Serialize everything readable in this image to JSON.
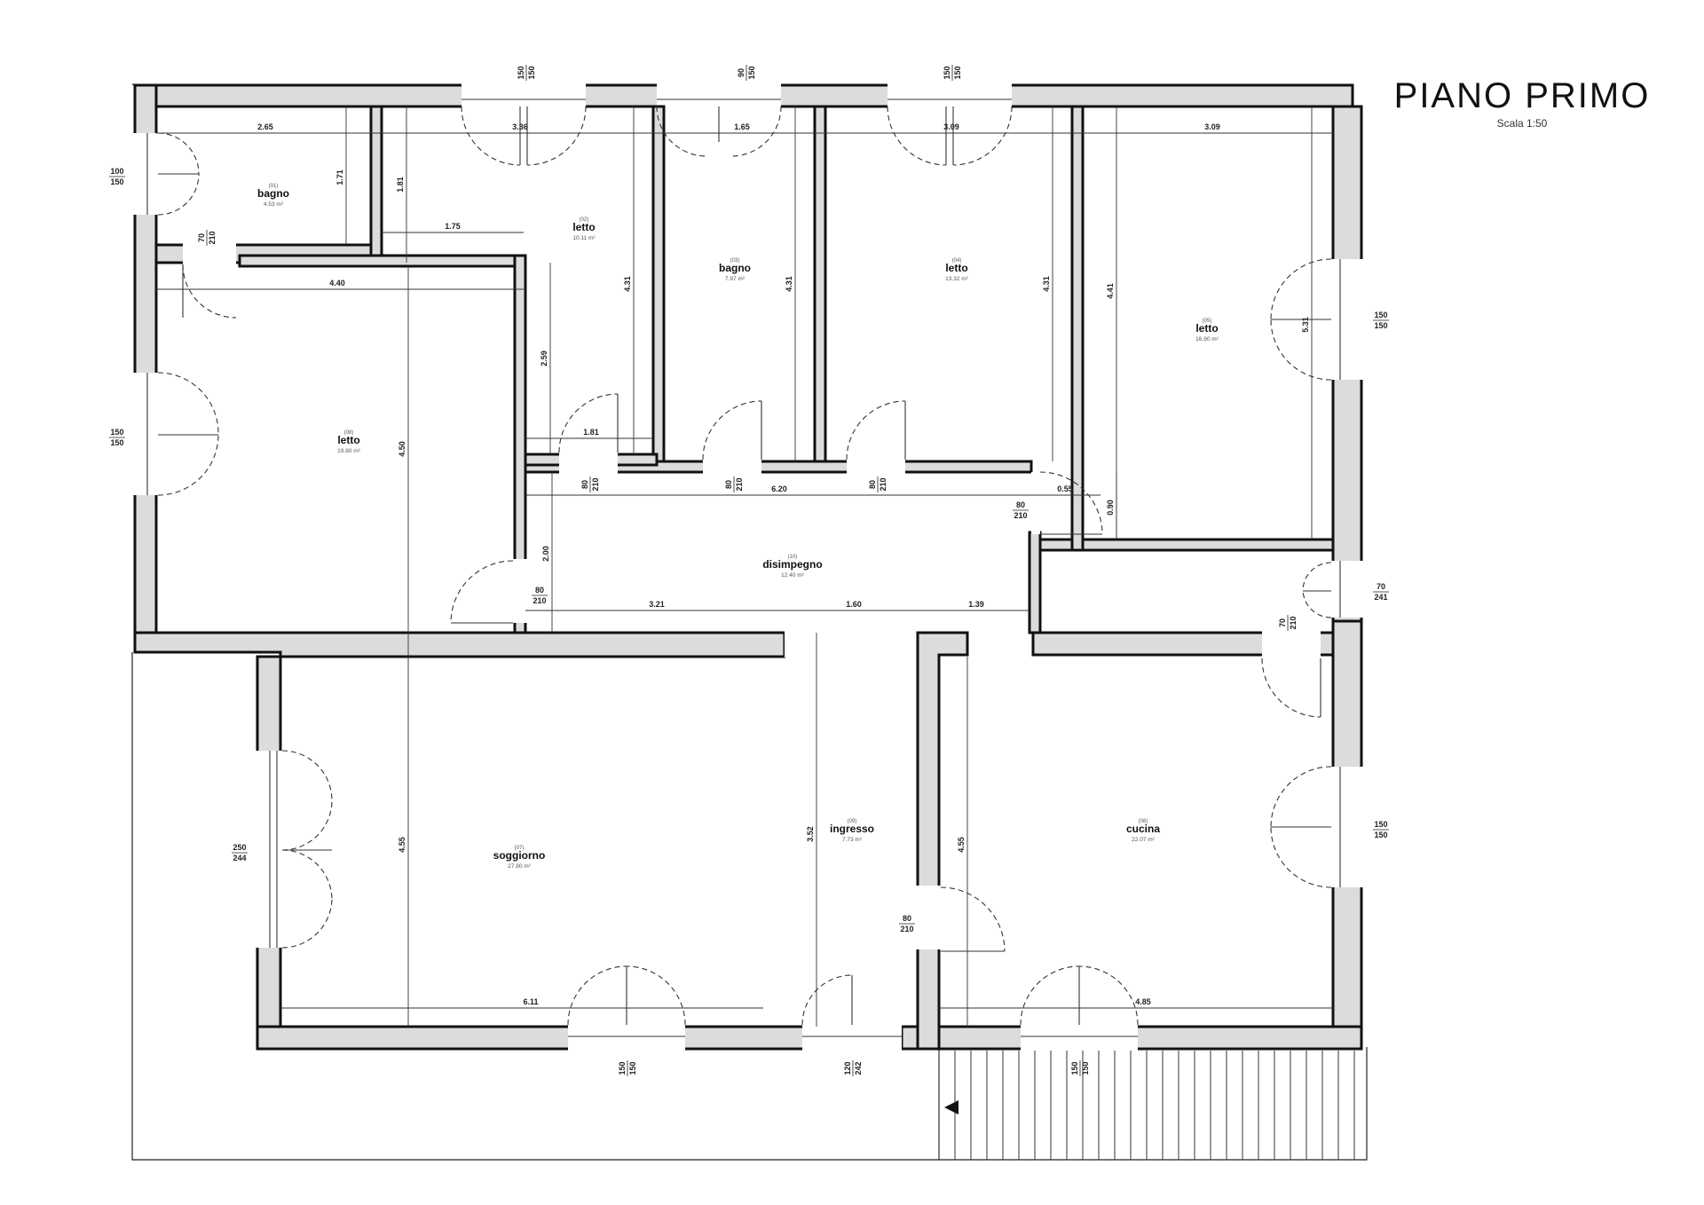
{
  "title": "PIANO PRIMO",
  "scale": "Scala 1:50",
  "rooms": [
    {
      "id": "bagno-01",
      "number": "(01)",
      "name": "bagno",
      "area": "4.53 m²"
    },
    {
      "id": "letto-02",
      "number": "(02)",
      "name": "letto",
      "area": "10.11 m²"
    },
    {
      "id": "bagno-03",
      "number": "(03)",
      "name": "bagno",
      "area": "7.97 m²"
    },
    {
      "id": "letto-04",
      "number": "(04)",
      "name": "letto",
      "area": "13.32 m²"
    },
    {
      "id": "letto-05",
      "number": "(05)",
      "name": "letto",
      "area": "16.90 m²"
    },
    {
      "id": "letto-08",
      "number": "(08)",
      "name": "letto",
      "area": "19.80 m²"
    },
    {
      "id": "disimpegno-10",
      "number": "(10)",
      "name": "disimpegno",
      "area": "12.40 m²"
    },
    {
      "id": "soggiorno-07",
      "number": "(07)",
      "name": "soggiorno",
      "area": "27.80 m²"
    },
    {
      "id": "ingresso-09",
      "number": "(09)",
      "name": "ingresso",
      "area": "7.73 m²"
    },
    {
      "id": "cucina-06",
      "number": "(06)",
      "name": "cucina",
      "area": "22.07 m²"
    }
  ],
  "dimensions": [
    {
      "id": "d1",
      "text": "2.65"
    },
    {
      "id": "d2",
      "text": "3.36"
    },
    {
      "id": "d3",
      "text": "1.65"
    },
    {
      "id": "d4",
      "text": "3.09"
    },
    {
      "id": "d5",
      "text": "3.09"
    },
    {
      "id": "d6",
      "text": "1.71"
    },
    {
      "id": "d7",
      "text": "1.81"
    },
    {
      "id": "d8",
      "text": "1.75"
    },
    {
      "id": "d9",
      "text": "4.31"
    },
    {
      "id": "d10",
      "text": "4.31"
    },
    {
      "id": "d11",
      "text": "4.31"
    },
    {
      "id": "d12",
      "text": "4.41"
    },
    {
      "id": "d13",
      "text": "5.31"
    },
    {
      "id": "d14",
      "text": "4.40"
    },
    {
      "id": "d15",
      "text": "2.59"
    },
    {
      "id": "d16",
      "text": "1.81"
    },
    {
      "id": "d17",
      "text": "4.50"
    },
    {
      "id": "d18",
      "text": "6.20"
    },
    {
      "id": "d19",
      "text": "0.55"
    },
    {
      "id": "d20",
      "text": "0.90"
    },
    {
      "id": "d21",
      "text": "2.00"
    },
    {
      "id": "d22",
      "text": "3.21"
    },
    {
      "id": "d23",
      "text": "1.60"
    },
    {
      "id": "d24",
      "text": "1.39"
    },
    {
      "id": "d25",
      "text": "4.55"
    },
    {
      "id": "d26",
      "text": "4.55"
    },
    {
      "id": "d27",
      "text": "6.11"
    },
    {
      "id": "d28",
      "text": "4.85"
    },
    {
      "id": "d29",
      "text": "3.52"
    }
  ],
  "openings": [
    {
      "id": "o1",
      "w": "100",
      "h": "150"
    },
    {
      "id": "o2",
      "w": "150",
      "h": "150"
    },
    {
      "id": "o3",
      "w": "90",
      "h": "150"
    },
    {
      "id": "o4",
      "w": "150",
      "h": "150"
    },
    {
      "id": "o5",
      "w": "70",
      "h": "210"
    },
    {
      "id": "o6",
      "w": "150",
      "h": "150"
    },
    {
      "id": "o7",
      "w": "150",
      "h": "150"
    },
    {
      "id": "o8",
      "w": "80",
      "h": "210"
    },
    {
      "id": "o9",
      "w": "80",
      "h": "210"
    },
    {
      "id": "o10",
      "w": "80",
      "h": "210"
    },
    {
      "id": "o11",
      "w": "80",
      "h": "210"
    },
    {
      "id": "o12",
      "w": "80",
      "h": "210"
    },
    {
      "id": "o13",
      "w": "70",
      "h": "241"
    },
    {
      "id": "o14",
      "w": "70",
      "h": "210"
    },
    {
      "id": "o15",
      "w": "250",
      "h": "244"
    },
    {
      "id": "o16",
      "w": "150",
      "h": "150"
    },
    {
      "id": "o17",
      "w": "80",
      "h": "210"
    },
    {
      "id": "o18",
      "w": "150",
      "h": "150"
    },
    {
      "id": "o19",
      "w": "120",
      "h": "242"
    },
    {
      "id": "o20",
      "w": "150",
      "h": "150"
    }
  ]
}
